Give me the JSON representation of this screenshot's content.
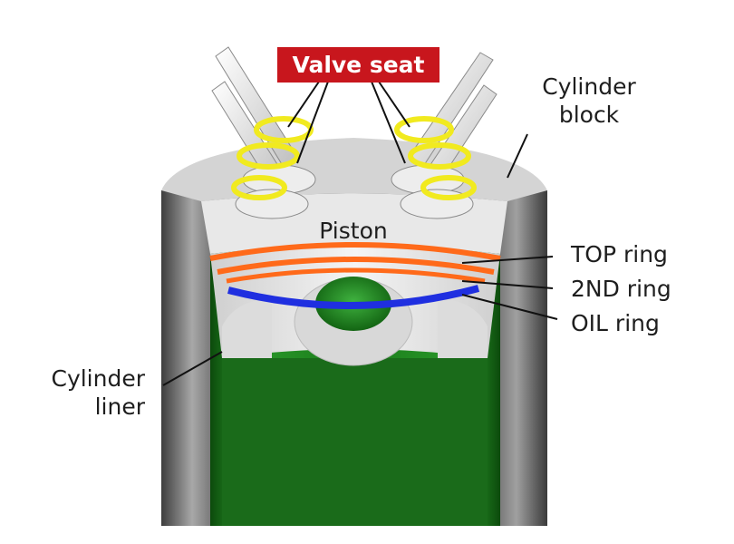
{
  "labels": {
    "valve_seat": "Valve seat",
    "cylinder_block_line1": "Cylinder",
    "cylinder_block_line2": "block",
    "piston": "Piston",
    "top_ring": "TOP ring",
    "second_ring": "2ND ring",
    "oil_ring": "OIL ring",
    "cylinder_liner_line1": "Cylinder",
    "cylinder_liner_line2": "liner"
  },
  "colors": {
    "valve_seat_badge": "#c8161d",
    "valve_seat_rings": "#f1ea1f",
    "top_ring": "#ff6a1a",
    "second_ring": "#ff6a1a",
    "oil_ring": "#1f2fe0",
    "cylinder_liner": "#1c7b1c",
    "cylinder_block": "#7a7a7a",
    "piston": "#e7e7e7"
  }
}
